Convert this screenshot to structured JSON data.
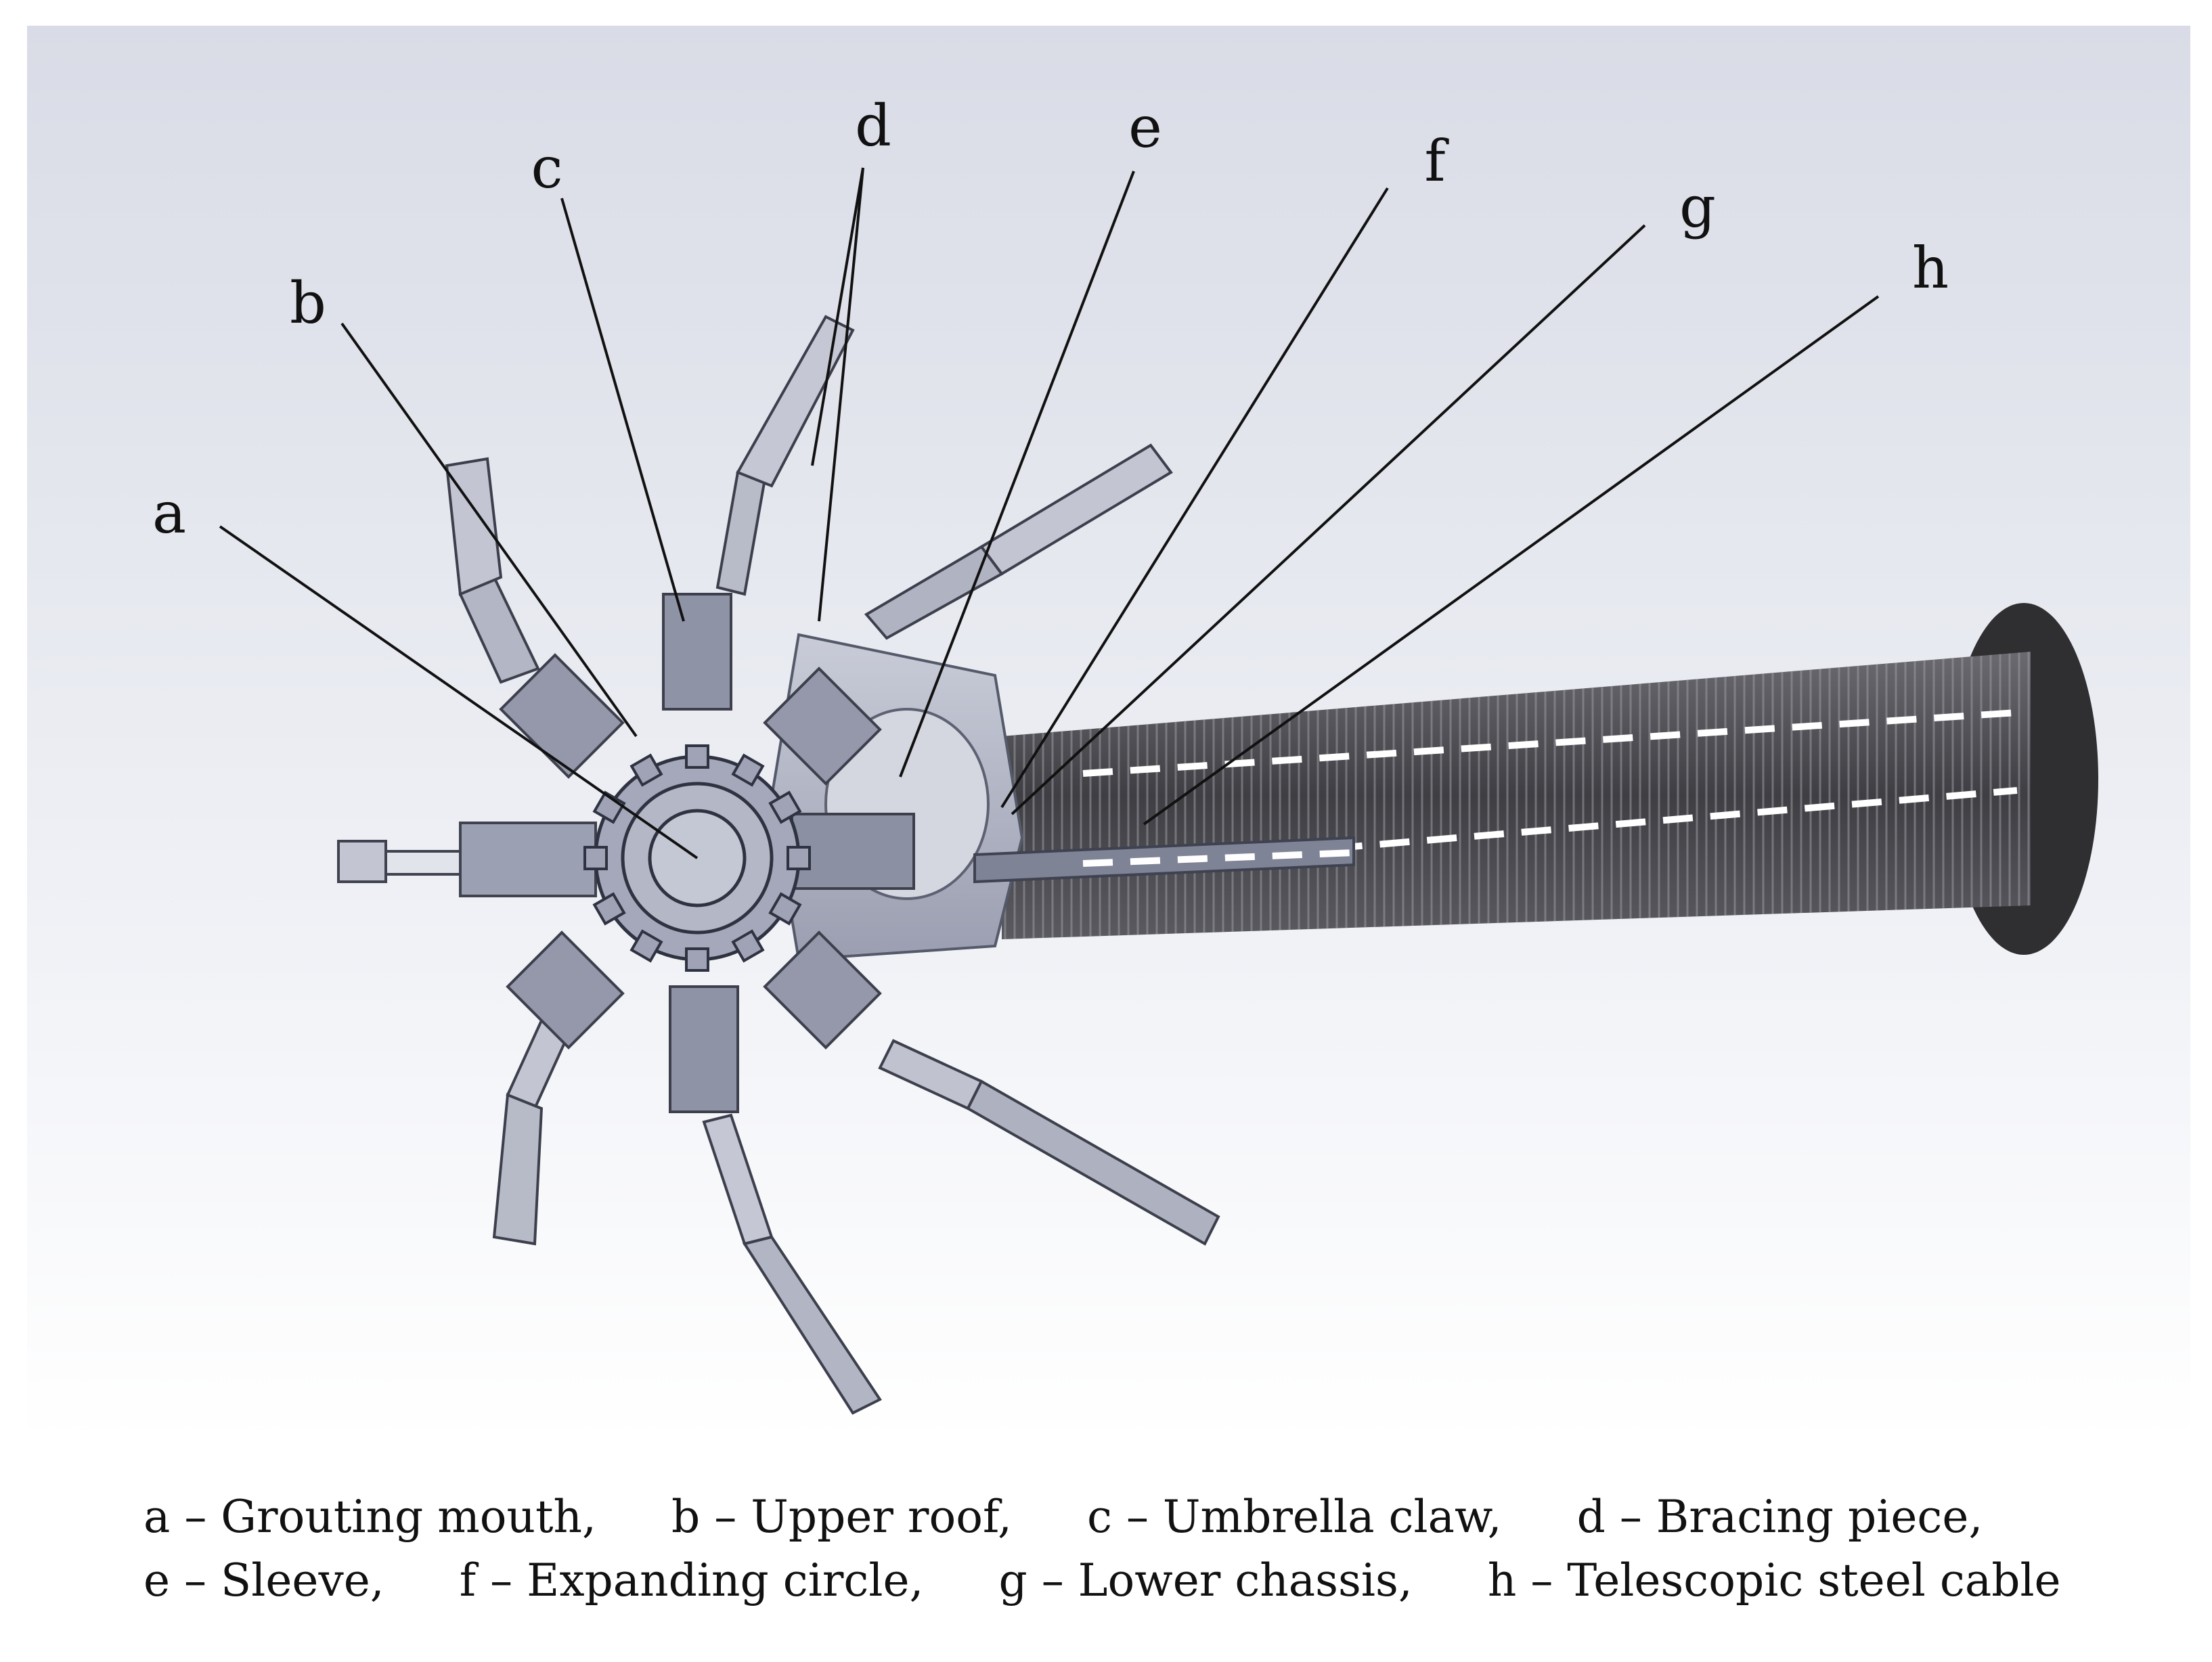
{
  "callouts": [
    {
      "letter": "a",
      "name": "Grouting mouth"
    },
    {
      "letter": "b",
      "name": "Upper roof"
    },
    {
      "letter": "c",
      "name": "Umbrella claw"
    },
    {
      "letter": "d",
      "name": "Bracing piece"
    },
    {
      "letter": "e",
      "name": "Sleeve"
    },
    {
      "letter": "f",
      "name": "Expanding circle"
    },
    {
      "letter": "g",
      "name": "Lower chassis"
    },
    {
      "letter": "h",
      "name": "Telescopic steel cable"
    }
  ],
  "legend": {
    "rows": [
      [
        "a – Grouting mouth,",
        "b – Upper roof,",
        "c – Umbrella claw,",
        "d – Bracing piece,"
      ],
      [
        "e – Sleeve,",
        "f  – Expanding circle,",
        "g – Lower chassis,",
        "h – Telescopic steel cable"
      ]
    ]
  },
  "colors": {
    "steel_light": "#b9bcc8",
    "steel_mid": "#8e92a4",
    "steel_dark": "#6d7184",
    "rod": "#4a4a4e",
    "end_disc": "#2f2f31",
    "leader_line": "#111111",
    "dashed_cable": "#ffffff",
    "background_top": "#d9dbe6",
    "background_bottom": "#ffffff"
  }
}
